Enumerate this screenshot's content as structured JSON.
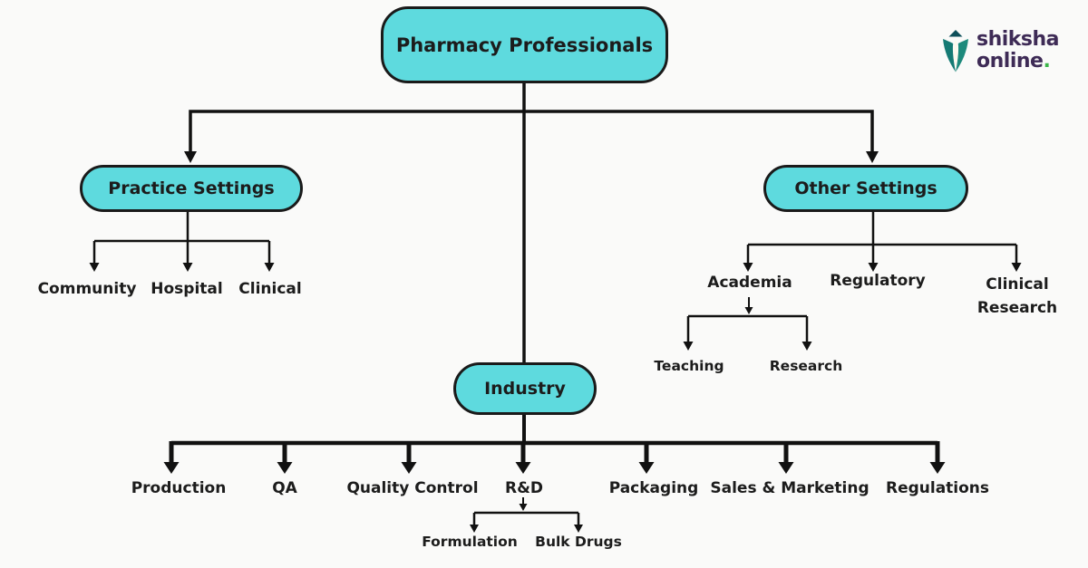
{
  "colors": {
    "background": "#fafaf9",
    "node_fill": "#5edade",
    "node_border": "#1a1a1a",
    "line": "#111111",
    "text": "#1c1c1c",
    "logo_purple": "#3e2b56",
    "logo_teal": "#157a74",
    "logo_teal_dark": "#0e4f5a",
    "logo_green": "#3cb54a"
  },
  "nodes": {
    "root": "Pharmacy Professionals",
    "practice": "Practice Settings",
    "practice_children": [
      "Community",
      "Hospital",
      "Clinical"
    ],
    "other": "Other Settings",
    "other_children": [
      "Academia",
      "Regulatory",
      "Clinical Research"
    ],
    "academia_children": [
      "Teaching",
      "Research"
    ],
    "industry": "Industry",
    "industry_children": [
      "Production",
      "QA",
      "Quality Control",
      "R&D",
      "Packaging",
      "Sales & Marketing",
      "Regulations"
    ],
    "rd_children": [
      "Formulation",
      "Bulk Drugs"
    ]
  },
  "logo": {
    "brand": "shiksha",
    "brand_suffix": "online",
    "dot": "."
  }
}
